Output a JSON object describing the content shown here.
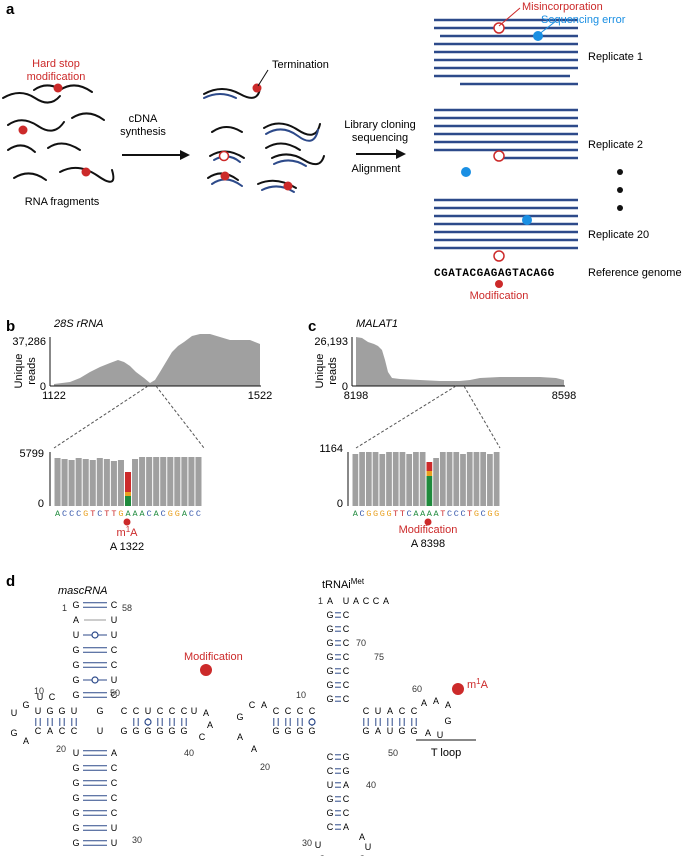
{
  "colors": {
    "red": "#cc2a2a",
    "blue": "#1a8fe3",
    "navy": "#2d4a8a",
    "gray": "#a0a0a0",
    "green": "#1e8a3c",
    "orange": "#e8a020",
    "seq_blue": "#3355aa"
  },
  "panel_a": {
    "label": "a",
    "hard_stop": [
      "Hard stop",
      "modification"
    ],
    "rna_fragments": "RNA fragments",
    "cdna": [
      "cDNA",
      "synthesis"
    ],
    "termination": "Termination",
    "library": [
      "Library cloning",
      "sequencing"
    ],
    "alignment": "Alignment",
    "misincorporation": "Misincorporation",
    "seq_error": "Sequencing error",
    "replicate_1": "Replicate 1",
    "replicate_2": "Replicate 2",
    "replicate_20": "Replicate 20",
    "reference_seq": "CGATACGAGAGTACAGG",
    "reference_genome": "Reference genome",
    "modification": "Modification"
  },
  "panel_b": {
    "label": "b",
    "gene": "28S rRNA",
    "ylabel": [
      "Unique",
      "reads"
    ],
    "ymax": "37,286",
    "ymin": "0",
    "xstart": "1122",
    "xend": "1522",
    "zoom_ymax": "5799",
    "zoom_ymin": "0",
    "sequence": "ACCCGTCTTGAAACACGGACC",
    "mod_label": "m",
    "mod_sup": "1",
    "mod_tail": "A",
    "position": "A 1322"
  },
  "panel_c": {
    "label": "c",
    "gene": "MALAT1",
    "ylabel": [
      "Unique",
      "reads"
    ],
    "ymax": "26,193",
    "ymin": "0",
    "xstart": "8198",
    "xend": "8598",
    "zoom_ymax": "1164",
    "zoom_ymin": "0",
    "sequence": "ACGGGGTTCAAAATCCCTGCGG",
    "mod_label": "Modification",
    "position": "A 8398"
  },
  "panel_d": {
    "label": "d",
    "mascrna": "mascRNA",
    "trna": "tRNAi",
    "trna_sup": "Met",
    "modification": "Modification",
    "m1a": "m",
    "m1a_sup": "1",
    "m1a_tail": "A",
    "t_loop": "T loop",
    "masc_numbers": [
      "1",
      "58",
      "10",
      "50",
      "20",
      "30",
      "40"
    ],
    "trna_numbers": [
      "1",
      "70",
      "75",
      "60",
      "10",
      "50",
      "20",
      "40",
      "30"
    ]
  }
}
